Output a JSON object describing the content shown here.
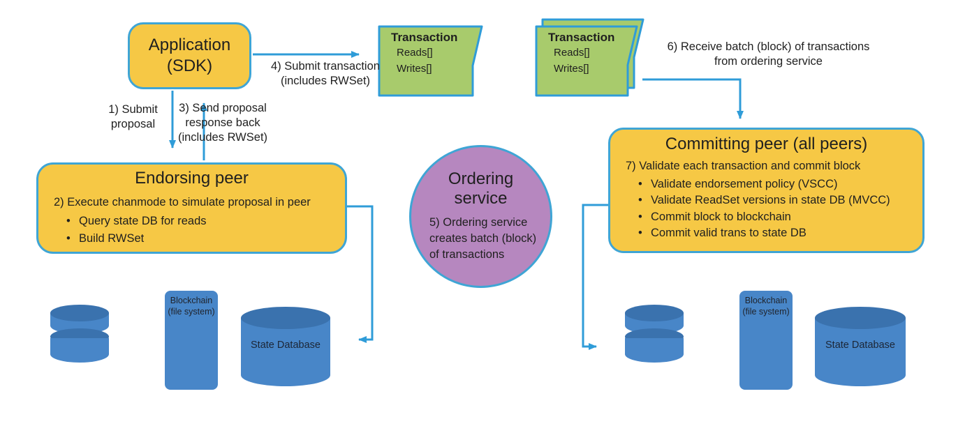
{
  "colors": {
    "box_yellow": "#F6C845",
    "border_blue": "#3FA5D5",
    "container_border_teal": "#3BA3BC",
    "arrow_blue": "#2F9CD8",
    "note_green": "#A8CB6C",
    "circle_purple": "#B687BF",
    "shape_blue": "#4886C8",
    "shape_blue_dark": "#3A72AE",
    "text_dark": "#1F1F1F"
  },
  "application": {
    "title_line1": "Application",
    "title_line2": "(SDK)"
  },
  "flow_labels": {
    "step1": [
      "1) Submit",
      "proposal"
    ],
    "step3": [
      "3) Send proposal",
      "response back",
      "(includes RWSet)"
    ],
    "step4": [
      "4) Submit transaction",
      "(includes RWSet)"
    ],
    "step6": [
      "6) Receive batch (block) of transactions",
      "from ordering service"
    ]
  },
  "transaction_note": {
    "title": "Transaction",
    "field1": "Reads[]",
    "field2": "Writes[]"
  },
  "endorsing_peer": {
    "title": "Endorsing peer",
    "step": "2) Execute chanmode to simulate proposal in peer",
    "bullet1": "Query state DB for reads",
    "bullet2": "Build RWSet"
  },
  "ordering_service": {
    "title_line1": "Ordering",
    "title_line2": "service",
    "step_line1": "5) Ordering service",
    "step_line2": "creates batch (block)",
    "step_line3": "of transactions"
  },
  "committing_peer": {
    "title": "Committing peer (all peers)",
    "step": "7) Validate each transaction and commit block",
    "bullet1": "Validate endorsement policy (VSCC)",
    "bullet2": "Validate ReadSet versions in state DB (MVCC)",
    "bullet3": "Commit block to blockchain",
    "bullet4": "Commit valid trans to state DB"
  },
  "storage": {
    "blockchain_line1": "Blockchain",
    "blockchain_line2": "(file system)",
    "state_db": "State Database"
  }
}
